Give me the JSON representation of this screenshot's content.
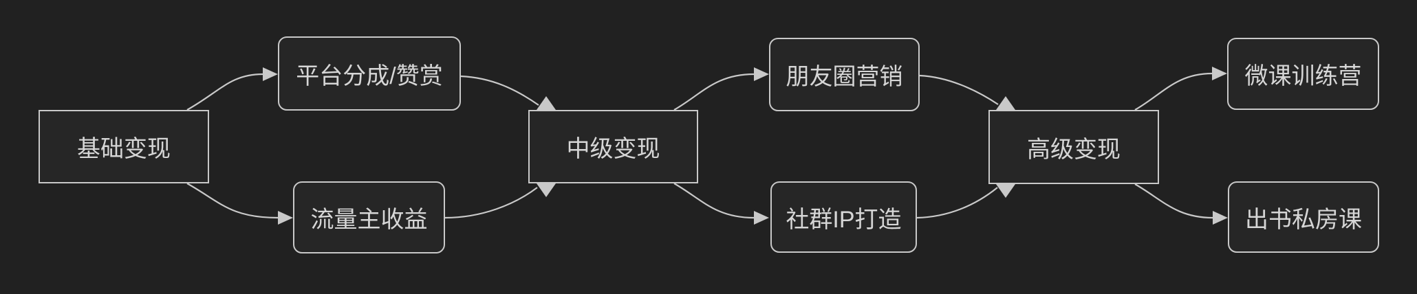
{
  "diagram": {
    "type": "flowchart",
    "direction": "left-to-right",
    "nodes": [
      {
        "id": "basic",
        "label": "基础变现",
        "shape": "rect"
      },
      {
        "id": "platform",
        "label": "平台分成/赞赏",
        "shape": "rounded"
      },
      {
        "id": "traffic",
        "label": "流量主收益",
        "shape": "rounded"
      },
      {
        "id": "intermediate",
        "label": "中级变现",
        "shape": "rect"
      },
      {
        "id": "moments",
        "label": "朋友圈营销",
        "shape": "rounded"
      },
      {
        "id": "community",
        "label": "社群IP打造",
        "shape": "rounded"
      },
      {
        "id": "advanced",
        "label": "高级变现",
        "shape": "rect"
      },
      {
        "id": "microcourse",
        "label": "微课训练营",
        "shape": "rounded"
      },
      {
        "id": "bookcourse",
        "label": "出书私房课",
        "shape": "rounded"
      }
    ],
    "edges": [
      {
        "from": "基础变现",
        "to": "平台分成/赞赏"
      },
      {
        "from": "基础变现",
        "to": "流量主收益"
      },
      {
        "from": "平台分成/赞赏",
        "to": "中级变现"
      },
      {
        "from": "流量主收益",
        "to": "中级变现"
      },
      {
        "from": "中级变现",
        "to": "朋友圈营销"
      },
      {
        "from": "中级变现",
        "to": "社群IP打造"
      },
      {
        "from": "朋友圈营销",
        "to": "高级变现"
      },
      {
        "from": "社群IP打造",
        "to": "高级变现"
      },
      {
        "from": "高级变现",
        "to": "微课训练营"
      },
      {
        "from": "高级变现",
        "to": "出书私房课"
      }
    ]
  },
  "colors": {
    "background": "#212121",
    "node-fill": "#262626",
    "node-border": "#c9c9c9",
    "edge": "#c9c9c9",
    "text": "#d6d6d6"
  }
}
